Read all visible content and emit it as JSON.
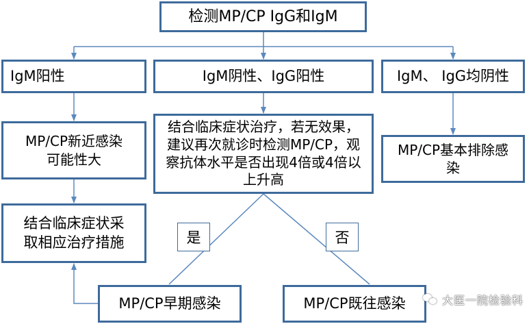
{
  "colors": {
    "border": "#3d6a9b",
    "connector": "#5b89be",
    "text": "#000000"
  },
  "nodes": {
    "top": "检测MP/CP IgG和IgM",
    "igm_positive": "IgM阳性",
    "igm_neg_igg_pos": "IgM阴性、IgG阳性",
    "both_negative": "IgM、 IgG均阴性",
    "recent_infection": "MP/CP新近感染可能性大",
    "clinical_treatment": "结合临床症状采取相应治疗措施",
    "recheck": "结合临床症状治疗，若无效果，建议再次就诊时检测MP/CP，观察抗体水平是否出现4倍或4倍以上升高",
    "basically_excluded": "MP/CP基本排除感染",
    "early_infection": "MP/CP早期感染",
    "past_infection": "MP/CP既往感染"
  },
  "labels": {
    "yes": "是",
    "no": "否"
  },
  "watermark": {
    "text": "大医一院检验科",
    "icon": "chat-bubbles-icon"
  }
}
